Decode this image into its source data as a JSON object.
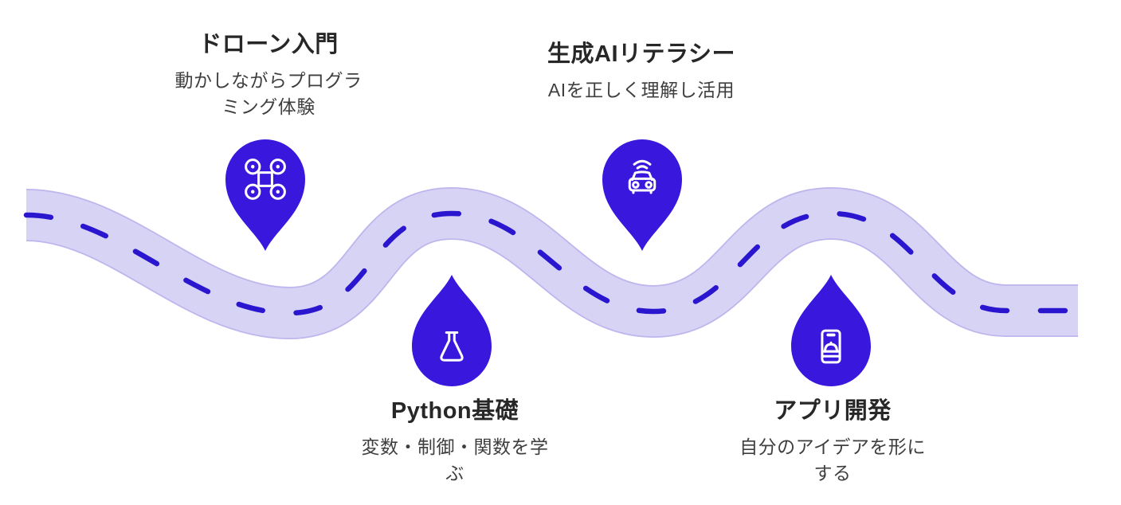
{
  "diagram": {
    "type": "learning-roadmap",
    "background": "#ffffff"
  },
  "colors": {
    "marker_fill": "#3a17dc",
    "road_fill": "#d7d3f5",
    "road_border": "#beb5ed",
    "road_dash": "#2a16cf",
    "title_text": "#272727",
    "subtitle_text": "#3f3f3f",
    "icon_stroke": "#ffffff"
  },
  "milestones": [
    {
      "title": "ドローン入門",
      "subtitle_lines": [
        "動かしながらプログラ",
        "ミング体験"
      ],
      "icon": "drone-icon",
      "marker_shape": "pin-down"
    },
    {
      "title": "生成AIリテラシー",
      "subtitle_lines": [
        "AIを正しく理解し活用"
      ],
      "icon": "smart-car-icon",
      "marker_shape": "pin-down"
    },
    {
      "title": "Python基礎",
      "subtitle_lines": [
        "変数・制御・関数を学",
        "ぶ"
      ],
      "icon": "flask-icon",
      "marker_shape": "droplet-up"
    },
    {
      "title": "アプリ開発",
      "subtitle_lines": [
        "自分のアイデアを形に",
        "する"
      ],
      "icon": "mobile-app-icon",
      "marker_shape": "droplet-up"
    }
  ]
}
